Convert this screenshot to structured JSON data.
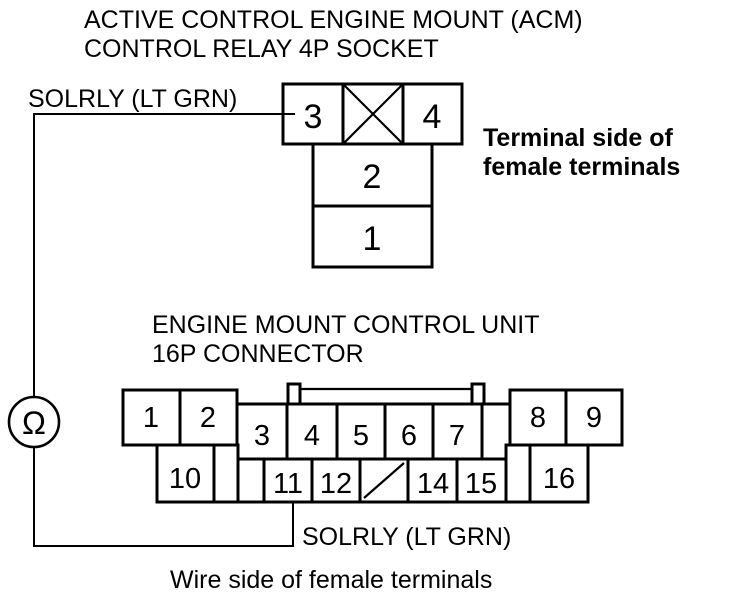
{
  "acm_relay": {
    "title_line1": "ACTIVE CONTROL ENGINE MOUNT (ACM)",
    "title_line2": "CONTROL RELAY 4P SOCKET",
    "wire_label": "SOLRLY (LT GRN)",
    "terminals": [
      "3",
      "4",
      "2",
      "1"
    ],
    "side_note_line1": "Terminal side of",
    "side_note_line2": "female terminals"
  },
  "control_unit": {
    "title_line1": "ENGINE MOUNT CONTROL UNIT",
    "title_line2": "16P CONNECTOR",
    "terminals": [
      "1",
      "2",
      "3",
      "4",
      "5",
      "6",
      "7",
      "8",
      "9",
      "10",
      "11",
      "12",
      "14",
      "15",
      "16"
    ],
    "wire_label": "SOLRLY (LT GRN)",
    "footer": "Wire side of female terminals"
  },
  "meter": {
    "symbol": "Ω",
    "icon": "ohmmeter-icon"
  }
}
